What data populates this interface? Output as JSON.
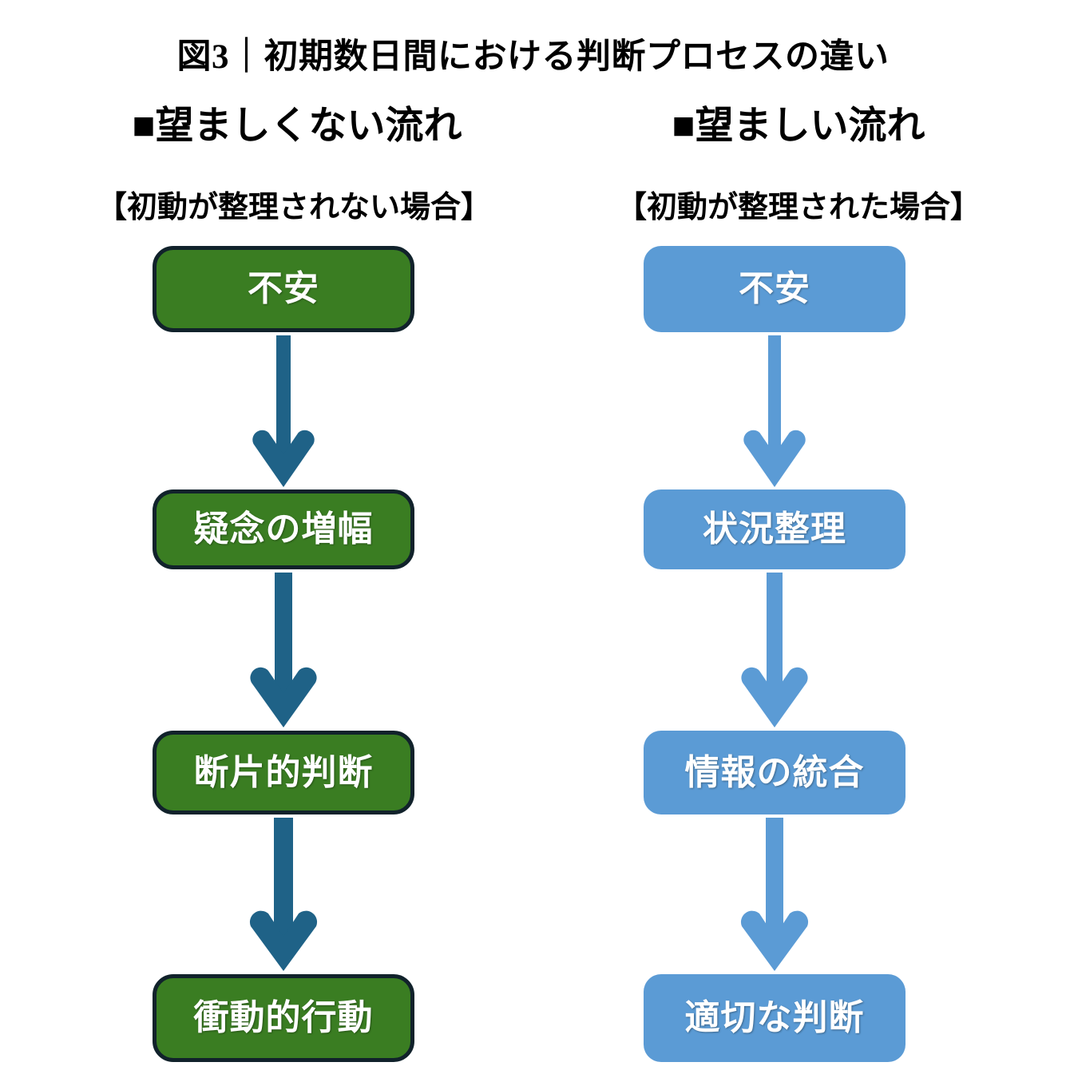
{
  "figure": {
    "title": "図3｜初期数日間における判断プロセスの違い",
    "colors": {
      "undesirable_fill": "#3a7d22",
      "undesirable_border": "#11222b",
      "undesirable_arrow": "#1f6287",
      "desirable_fill": "#5b9bd5",
      "desirable_arrow": "#5b9bd5",
      "node_text": "#ffffff",
      "background": "#ffffff"
    }
  },
  "columns": [
    {
      "id": "undesirable",
      "header": "■望ましくない流れ",
      "subtitle": "【初動が整理されない場合】",
      "nodes": [
        {
          "label": "不安"
        },
        {
          "label": "疑念の増幅"
        },
        {
          "label": "断片的判断"
        },
        {
          "label": "衝動的行動"
        }
      ],
      "arrows": [
        {
          "direction": "down"
        },
        {
          "direction": "down"
        },
        {
          "direction": "down"
        }
      ]
    },
    {
      "id": "desirable",
      "header": "■望ましい流れ",
      "subtitle": "【初動が整理された場合】",
      "nodes": [
        {
          "label": "不安"
        },
        {
          "label": "状況整理"
        },
        {
          "label": "情報の統合"
        },
        {
          "label": "適切な判断"
        }
      ],
      "arrows": [
        {
          "direction": "down"
        },
        {
          "direction": "down"
        },
        {
          "direction": "down"
        }
      ]
    }
  ]
}
